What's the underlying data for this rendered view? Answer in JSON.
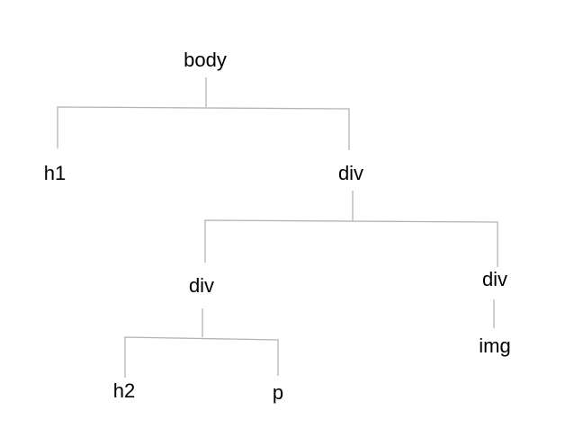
{
  "diagram": {
    "type": "tree",
    "line_color": "#b3b3b3",
    "text_color": "#000000",
    "nodes": {
      "body": "body",
      "h1": "h1",
      "div_main": "div",
      "div_left": "div",
      "div_right": "div",
      "h2": "h2",
      "p": "p",
      "img": "img"
    },
    "edges": [
      [
        "body",
        "h1"
      ],
      [
        "body",
        "div_main"
      ],
      [
        "div_main",
        "div_left"
      ],
      [
        "div_main",
        "div_right"
      ],
      [
        "div_left",
        "h2"
      ],
      [
        "div_left",
        "p"
      ],
      [
        "div_right",
        "img"
      ]
    ]
  }
}
